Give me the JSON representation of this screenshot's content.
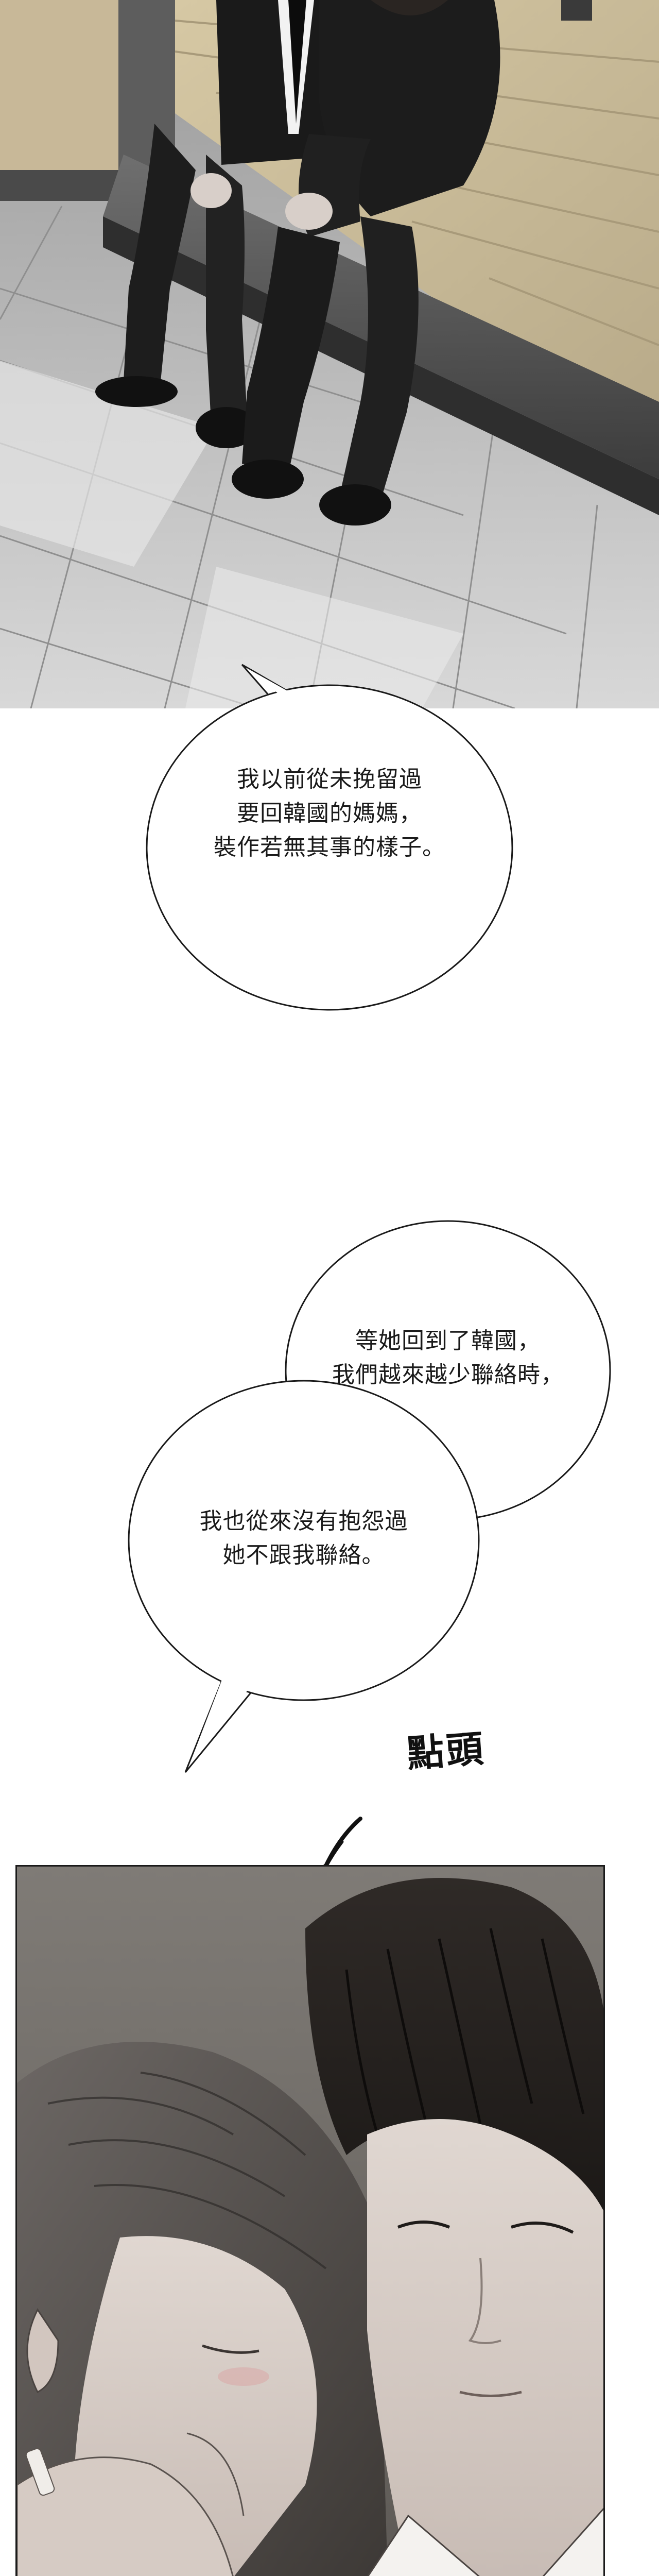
{
  "bubbles": [
    {
      "id": "bubble-1",
      "lines": [
        "我以前從未挽留過",
        "要回韓國的媽媽，",
        "裝作若無其事的樣子。"
      ]
    },
    {
      "id": "bubble-2",
      "lines": [
        "等她回到了韓國，",
        "我們越來越少聯絡時，"
      ]
    },
    {
      "id": "bubble-3",
      "lines": [
        "我也從來沒有抱怨過",
        "她不跟我聯絡。"
      ]
    }
  ],
  "sfx": {
    "nod": "點頭"
  },
  "colors": {
    "background": "#ffffff",
    "floor_light": "#d9d9d9",
    "floor_dark": "#7a7a7a",
    "wood_panel": "#cdbf9f",
    "suit": "#1c1c1c",
    "hair_dark": "#2a2522",
    "skin": "#d8cfc9"
  }
}
